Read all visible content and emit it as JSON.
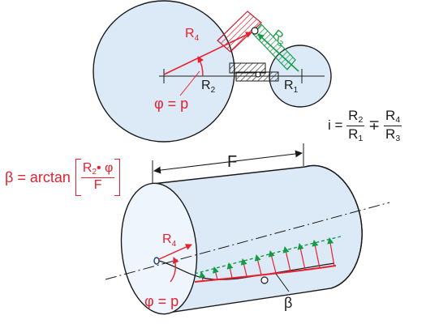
{
  "colors": {
    "disc_fill": "#dceaf7",
    "disc_fill_light": "#eef5fc",
    "outline": "#1a1a1a",
    "red": "#e8202f",
    "green": "#159a47",
    "hatch": "#c81c2b"
  },
  "top_diagram": {
    "label_R4": "R",
    "label_R4_sub": "4",
    "label_R3": "R",
    "label_R3_sub": "3",
    "label_R2": "R",
    "label_R2_sub": "2",
    "label_R1": "R",
    "label_R1_sub": "1",
    "phi_label": "φ = p"
  },
  "ratio_formula": {
    "lhs": "i =",
    "num1": "R",
    "num1_sub": "2",
    "den1": "R",
    "den1_sub": "1",
    "operator": "∓",
    "num2": "R",
    "num2_sub": "4",
    "den2": "R",
    "den2_sub": "3"
  },
  "beta_formula": {
    "lhs": "β = arctan",
    "num": "R",
    "num_sub": "2",
    "num_rest": "• φ",
    "den": "F"
  },
  "cylinder": {
    "length_label": "F",
    "label_R4": "R",
    "label_R4_sub": "4",
    "phi_label": "φ = p",
    "beta_label": "β"
  }
}
